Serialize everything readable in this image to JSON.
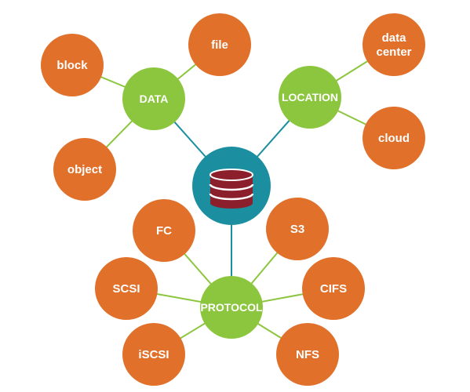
{
  "colors": {
    "leaf": "#e0702a",
    "hub": "#8cc63f",
    "center": "#1b8fa0",
    "database_icon": "#8b1f2b",
    "hub_edge": "#1b8fa0",
    "leaf_edge": "#8cc63f"
  },
  "center": {
    "icon": "database-icon"
  },
  "hubs": {
    "data": "DATA",
    "location": "LOCATION",
    "protocol": "PROTOCOL"
  },
  "leaves": {
    "block": "block",
    "file": "file",
    "object": "object",
    "data_center": [
      "data",
      "center"
    ],
    "cloud": "cloud",
    "fc": "FC",
    "s3": "S3",
    "scsi": "SCSI",
    "cifs": "CIFS",
    "iscsi": "iSCSI",
    "nfs": "NFS"
  }
}
